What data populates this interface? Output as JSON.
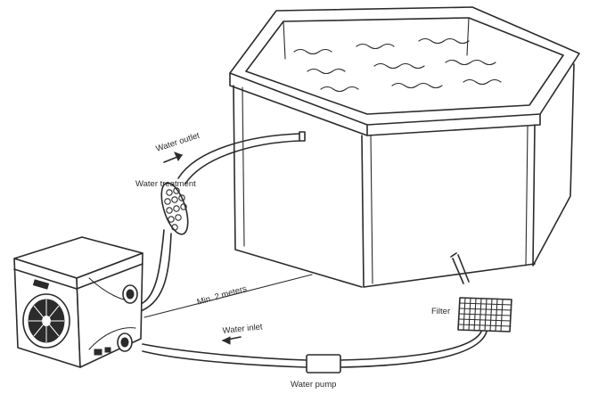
{
  "labels": {
    "water_outlet": "Water outlet",
    "water_treatment": "Water treatment",
    "min_distance": "Min. 2 meters",
    "filter": "Filter",
    "water_inlet": "Water inlet",
    "water_pump": "Water pump"
  },
  "icons": {
    "outlet_arrow": "arrow-right-icon",
    "inlet_arrow": "arrow-left-icon"
  }
}
